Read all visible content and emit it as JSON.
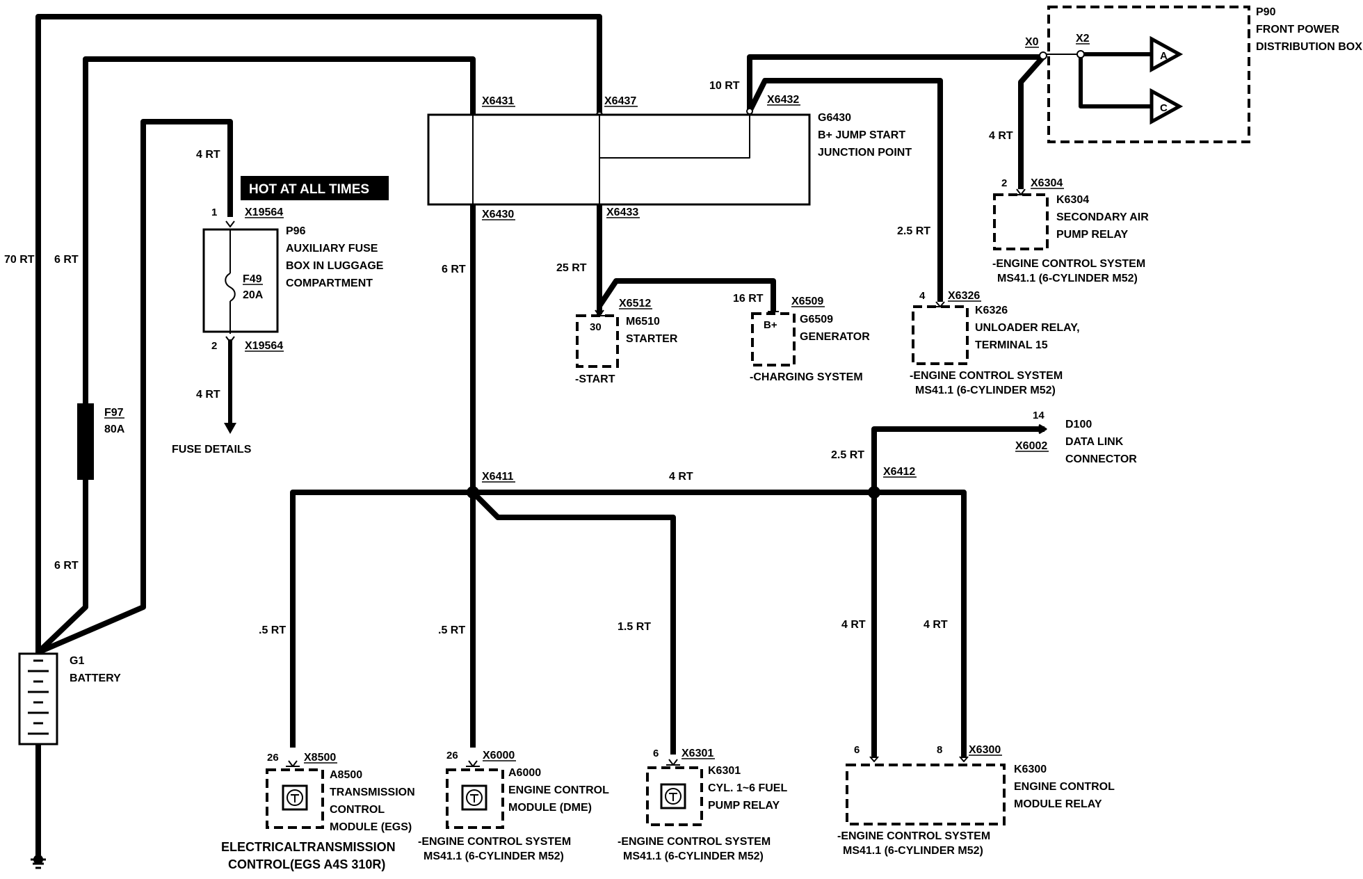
{
  "colors": {
    "ink": "#000000",
    "paper": "#ffffff"
  },
  "labels": {
    "hot_at_all_times": "HOT AT ALL TIMES",
    "w_70rt": "70 RT",
    "w_6rt_a": "6 RT",
    "w_6rt_b": "6 RT",
    "w_6rt_c": "6 RT",
    "w_4rt_a": "4 RT",
    "w_4rt_b": "4 RT",
    "w_4rt_c": "4 RT",
    "w_4rt_d": "4 RT",
    "w_4rt_e": "4 RT",
    "w_4rt_f": "4 RT",
    "w_10rt": "10 RT",
    "w_25rt": "25 RT",
    "w_16rt": "16 RT",
    "w_25rt_k6326": "2.5 RT",
    "w_25rt_d100": "2.5 RT",
    "w_05rt_a": ".5 RT",
    "w_05rt_b": ".5 RT",
    "w_15rt": "1.5 RT",
    "x6431": "X6431",
    "x6437": "X6437",
    "x6432": "X6432",
    "x6430": "X6430",
    "x6433": "X6433",
    "x0": "X0",
    "x2": "X2",
    "x6304": "X6304",
    "x6326": "X6326",
    "x6512": "X6512",
    "x6509": "X6509",
    "x19564_a": "X19564",
    "x19564_b": "X19564",
    "x6411": "X6411",
    "x6412": "X6412",
    "x6002": "X6002",
    "x8500": "X8500",
    "x6000": "X6000",
    "x6301": "X6301",
    "x6300": "X6300",
    "pin_1": "1",
    "pin_2": "2",
    "pin_2b": "2",
    "pin_4": "4",
    "pin_14": "14",
    "pin_26a": "26",
    "pin_26b": "26",
    "pin_6a": "6",
    "pin_6b": "6",
    "pin_8": "8",
    "pin_30": "30",
    "pin_bplus": "B+",
    "conn_a": "A",
    "conn_c": "C",
    "p90_1": "P90",
    "p90_2": "FRONT POWER",
    "p90_3": "DISTRIBUTION BOX",
    "g6430_1": "G6430",
    "g6430_2": "B+ JUMP START",
    "g6430_3": "JUNCTION POINT",
    "k6304_1": "K6304",
    "k6304_2": "SECONDARY AIR",
    "k6304_3": "PUMP RELAY",
    "k6304_s1": "-ENGINE CONTROL SYSTEM",
    "k6304_s2": "MS41.1 (6-CYLINDER M52)",
    "k6326_1": "K6326",
    "k6326_2": "UNLOADER RELAY,",
    "k6326_3": "TERMINAL 15",
    "k6326_s1": "-ENGINE CONTROL SYSTEM",
    "k6326_s2": "MS41.1 (6-CYLINDER M52)",
    "p96_1": "P96",
    "p96_2": "AUXILIARY FUSE",
    "p96_3": "BOX IN LUGGAGE",
    "p96_4": "COMPARTMENT",
    "f49_1": "F49",
    "f49_2": "20A",
    "f97_1": "F97",
    "f97_2": "80A",
    "fuse_details": "FUSE DETAILS",
    "m6510_1": "M6510",
    "m6510_2": "STARTER",
    "start": "-START",
    "g6509_1": "G6509",
    "g6509_2": "GENERATOR",
    "charging": "-CHARGING SYSTEM",
    "d100_1": "D100",
    "d100_2": "DATA LINK",
    "d100_3": "CONNECTOR",
    "g1_1": "G1",
    "g1_2": "BATTERY",
    "a8500_1": "A8500",
    "a8500_2": "TRANSMISSION",
    "a8500_3": "CONTROL",
    "a8500_4": "MODULE (EGS)",
    "a8500_s1": "ELECTRICALTRANSMISSION",
    "a8500_s2": "CONTROL(EGS A4S 310R)",
    "a6000_1": "A6000",
    "a6000_2": "ENGINE CONTROL",
    "a6000_3": "MODULE (DME)",
    "a6000_s1": "-ENGINE CONTROL SYSTEM",
    "a6000_s2": "MS41.1 (6-CYLINDER M52)",
    "k6301_1": "K6301",
    "k6301_2": "CYL. 1~6 FUEL",
    "k6301_3": "PUMP RELAY",
    "k6301_s1": "-ENGINE CONTROL SYSTEM",
    "k6301_s2": "MS41.1 (6-CYLINDER M52)",
    "k6300_1": "K6300",
    "k6300_2": "ENGINE CONTROL",
    "k6300_3": "MODULE RELAY",
    "k6300_s1": "-ENGINE CONTROL SYSTEM",
    "k6300_s2": "MS41.1 (6-CYLINDER M52)"
  }
}
